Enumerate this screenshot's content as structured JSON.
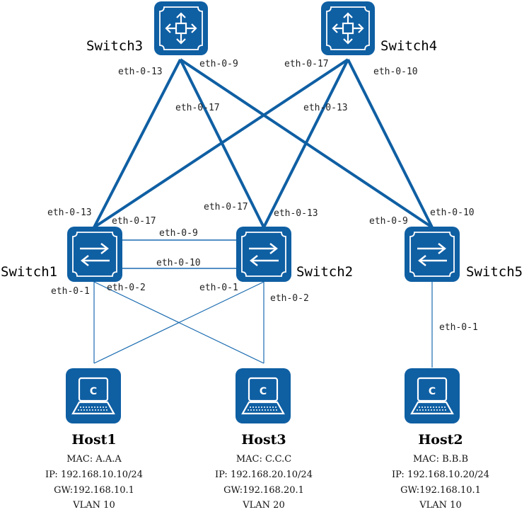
{
  "colors": {
    "device": "#0f5fa3",
    "link_thick": "#0f5fa3",
    "link_thin": "#1a6bb0"
  },
  "devices": {
    "switch3": {
      "name": "Switch3",
      "icon": "core-switch-icon"
    },
    "switch4": {
      "name": "Switch4",
      "icon": "core-switch-icon"
    },
    "switch1": {
      "name": "Switch1",
      "icon": "access-switch-icon"
    },
    "switch2": {
      "name": "Switch2",
      "icon": "access-switch-icon"
    },
    "switch5": {
      "name": "Switch5",
      "icon": "access-switch-icon"
    }
  },
  "hosts": {
    "host1": {
      "name": "Host1",
      "mac": "MAC: A.A.A",
      "ip": "IP: 192.168.10.10/24",
      "gw": "GW:192.168.10.1",
      "vlan": "VLAN 10",
      "icon": "laptop-icon",
      "glyph": "C"
    },
    "host3": {
      "name": "Host3",
      "mac": "MAC: C.C.C",
      "ip": "IP: 192.168.20.10/24",
      "gw": "GW:192.168.20.1",
      "vlan": "VLAN 20",
      "icon": "laptop-icon",
      "glyph": "C"
    },
    "host2": {
      "name": "Host2",
      "mac": "MAC: B.B.B",
      "ip": "IP: 192.168.10.20/24",
      "gw": "GW:192.168.10.1",
      "vlan": "VLAN 10",
      "icon": "laptop-icon",
      "glyph": "C"
    }
  },
  "ports": {
    "sw3_13": "eth-0-13",
    "sw3_9": "eth-0-9",
    "sw3_17": "eth-0-17",
    "sw4_17": "eth-0-17",
    "sw4_10": "eth-0-10",
    "sw4_13": "eth-0-13",
    "sw1_13": "eth-0-13",
    "sw1_17": "eth-0-17",
    "sw2_17": "eth-0-17",
    "sw2_13": "eth-0-13",
    "sw5_9": "eth-0-9",
    "sw5_10": "eth-0-10",
    "sw1_9": "eth-0-9",
    "sw1_10": "eth-0-10",
    "sw1_1": "eth-0-1",
    "sw1_2": "eth-0-2",
    "sw2_1": "eth-0-1",
    "sw2_2": "eth-0-2",
    "sw5_1": "eth-0-1"
  }
}
